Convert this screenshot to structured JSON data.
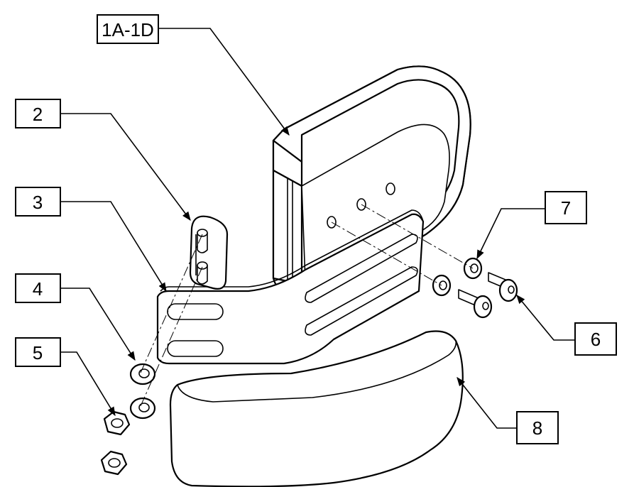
{
  "callouts": {
    "c1": "1A-1D",
    "c2": "2",
    "c3": "3",
    "c4": "4",
    "c5": "5",
    "c6": "6",
    "c7": "7",
    "c8": "8"
  }
}
